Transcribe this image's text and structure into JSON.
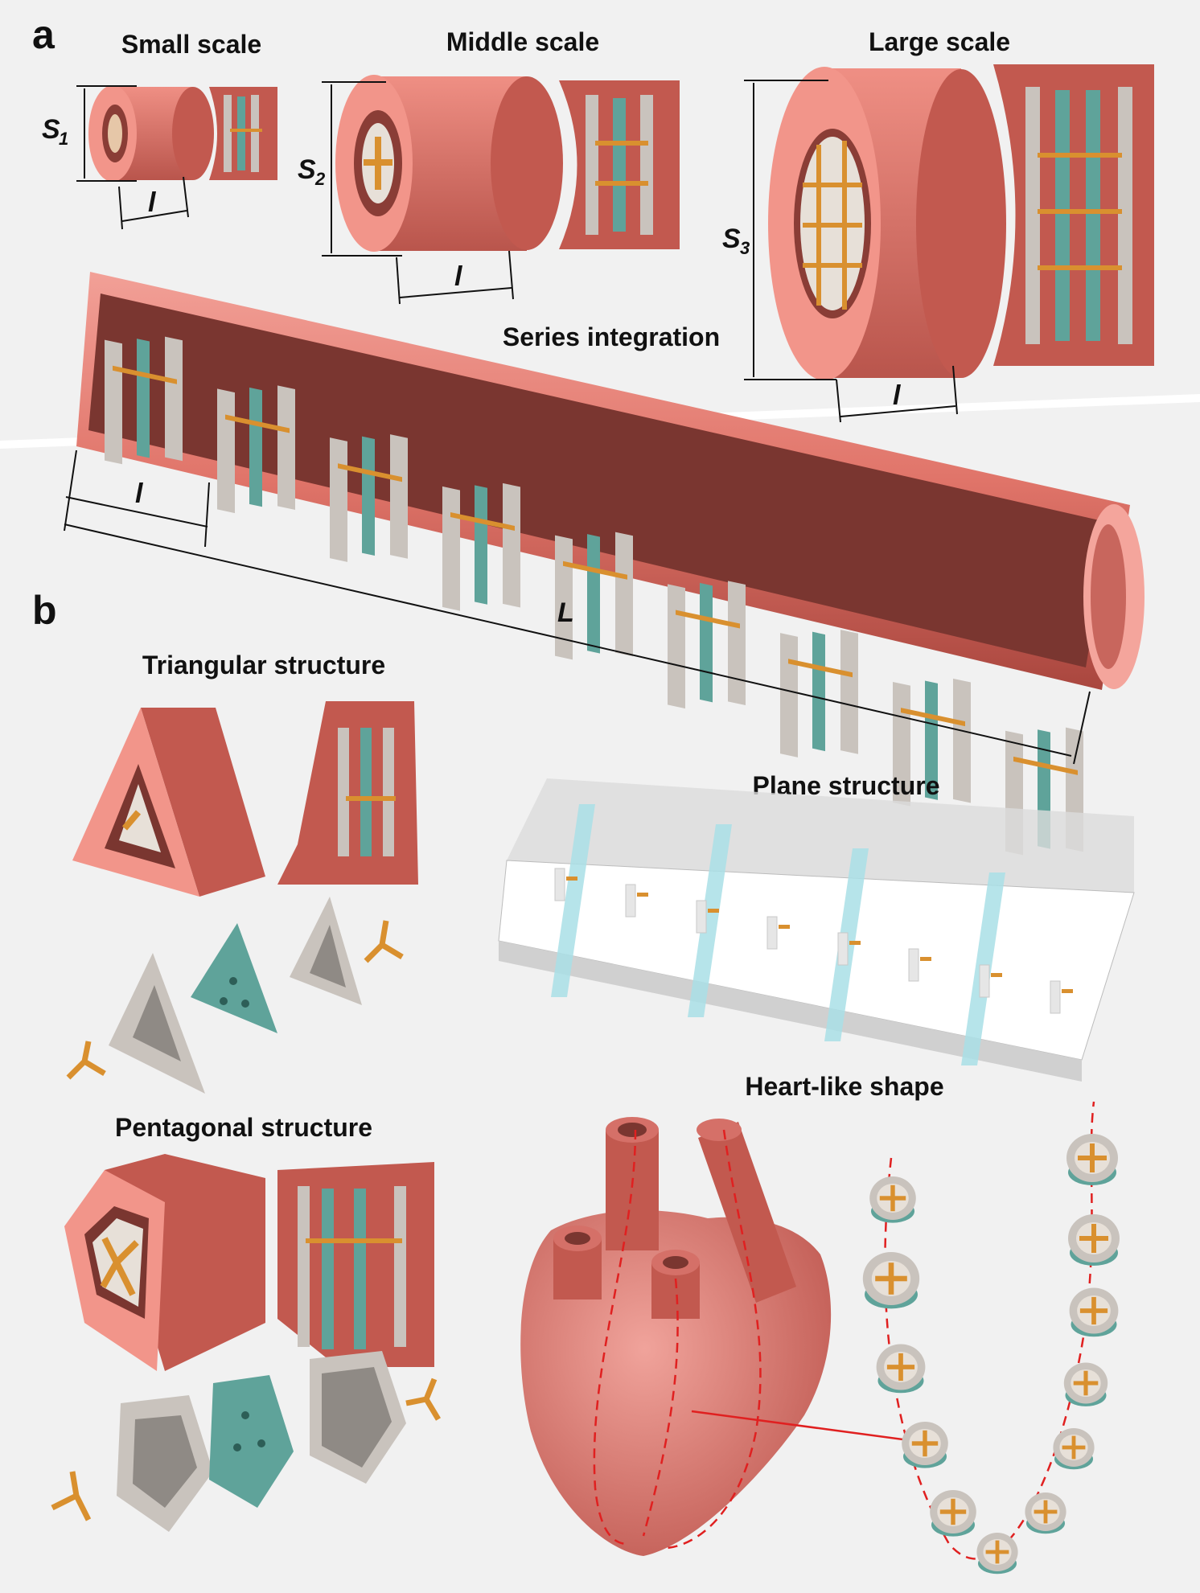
{
  "panel_a": {
    "letter": "a",
    "small_scale": "Small scale",
    "middle_scale": "Middle scale",
    "large_scale": "Large scale",
    "series_integration": "Series integration",
    "dims": {
      "s1": "S",
      "s1_sub": "1",
      "s2": "S",
      "s2_sub": "2",
      "s3": "S",
      "s3_sub": "3",
      "l": "l",
      "L": "L"
    }
  },
  "panel_b": {
    "letter": "b",
    "triangular": "Triangular structure",
    "plane": "Plane structure",
    "pentagonal": "Pentagonal structure",
    "heart": "Heart-like shape"
  },
  "colors": {
    "shell": "#e47a70",
    "shell_dark": "#b9554c",
    "shell_inner": "#f2a097",
    "plate_gray": "#c9c3bd",
    "plate_teal": "#5fa39a",
    "connector": "#d9902f",
    "dashed_red": "#e02020",
    "background": "#f1f1f1"
  }
}
